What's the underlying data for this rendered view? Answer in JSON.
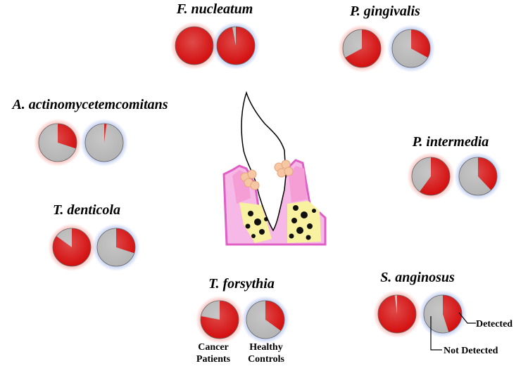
{
  "colors": {
    "detected": "#d40e0e",
    "not_detected": "#b4b4b4",
    "cancer_glow": "#f4a09a",
    "control_glow": "#9fb4ea"
  },
  "species": [
    {
      "name": "F. nucleatum",
      "cancer_fraction": 1.0,
      "control_fraction": 0.97
    },
    {
      "name": "P. gingivalis",
      "cancer_fraction": 0.67,
      "control_fraction": 0.33
    },
    {
      "name": "A. actinomycetemcomitans",
      "cancer_fraction": 0.3,
      "control_fraction": 0.02
    },
    {
      "name": "P. intermedia",
      "cancer_fraction": 0.6,
      "control_fraction": 0.38
    },
    {
      "name": "T. denticola",
      "cancer_fraction": 0.85,
      "control_fraction": 0.3
    },
    {
      "name": "T. forsythia",
      "cancer_fraction": 0.78,
      "control_fraction": 0.35
    },
    {
      "name": "S. anginosus",
      "cancer_fraction": 0.98,
      "control_fraction": 0.45
    }
  ],
  "labels": {
    "cancer_line1": "Cancer",
    "cancer_line2": "Patients",
    "control_line1": "Healthy",
    "control_line2": "Controls",
    "detected": "Detected",
    "not_detected": "Not Detected"
  }
}
